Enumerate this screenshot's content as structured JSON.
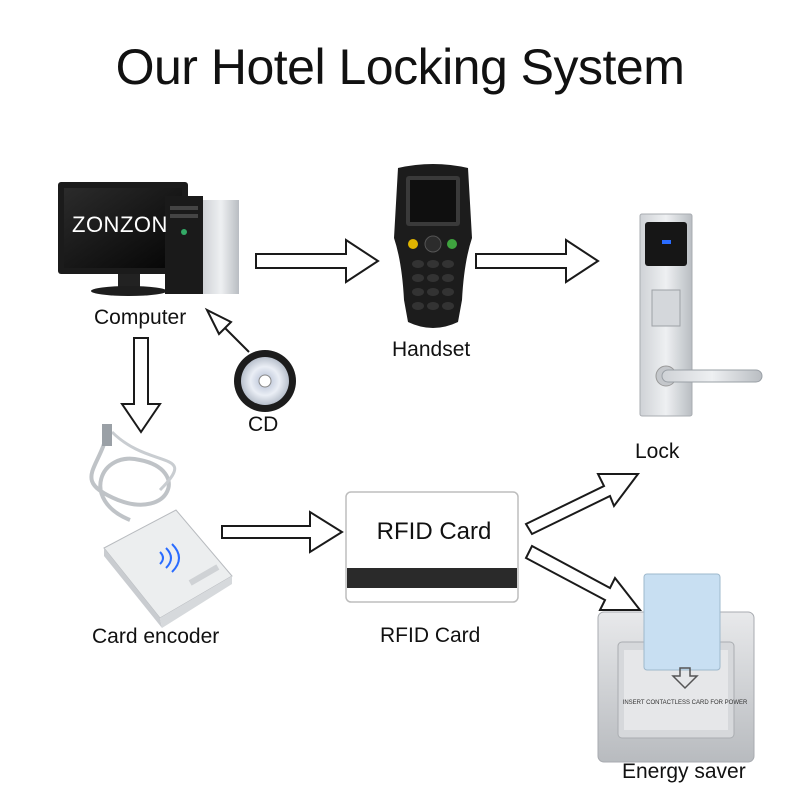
{
  "title": "Our Hotel Locking System",
  "monitor_brand": "ZONZON",
  "card_face_text": "RFID Card",
  "energy_saver_insert_text": "INSERT CONTACTLESS CARD FOR POWER",
  "labels": {
    "computer": "Computer",
    "handset": "Handset",
    "lock": "Lock",
    "cd": "CD",
    "card_encoder": "Card encoder",
    "rfid_card": "RFID Card",
    "energy_saver": "Energy saver"
  },
  "colors": {
    "arrow_outline": "#1a1a1a",
    "card_stripe": "#2a2a2a",
    "lock_indicator": "#2a6cff"
  }
}
